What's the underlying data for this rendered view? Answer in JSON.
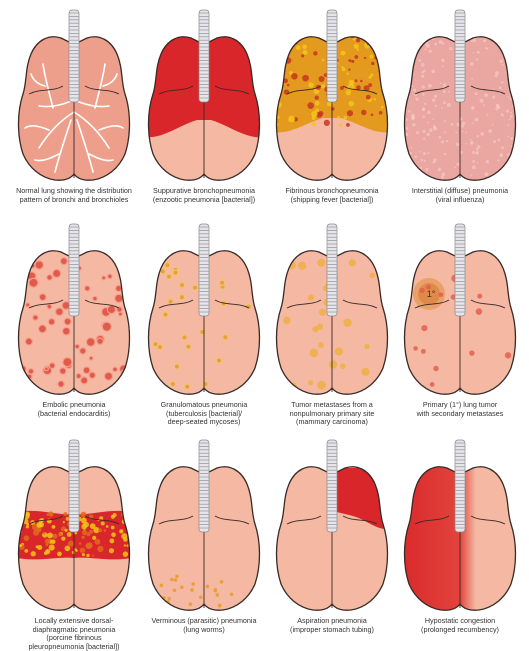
{
  "colors": {
    "tissue": "#f4b8a3",
    "tissue_dark": "#e89c84",
    "outline": "#3a2a26",
    "consolidation": "#d9262a",
    "fibrin_yellow": "#f5c518",
    "interstitial": "#eaa6a0",
    "nodule_red": "#e25a4a",
    "granuloma": "#e8a13a",
    "metastasis": "#f0b04a",
    "trachea": "#e6e6ea"
  },
  "panels": [
    {
      "id": "normal",
      "caption": "Normal lung showing the distribution\npattern of bronchi and bronchioles"
    },
    {
      "id": "suppurative",
      "caption": "Suppurative bronchopneumonia\n(enzootic pneumonia [bacterial])"
    },
    {
      "id": "fibrinous",
      "caption": "Fibrinous bronchopneumonia\n(shipping fever [bacterial])"
    },
    {
      "id": "interstitial",
      "caption": "Interstitial (diffuse) pneumonia\n(viral influenza)"
    },
    {
      "id": "embolic",
      "caption": "Embolic pneumonia\n(bacterial endocarditis)"
    },
    {
      "id": "granulomatous",
      "caption": "Granulomatous pneumonia\n(tuberculosis [bacterial]/\ndeep-seated mycoses)"
    },
    {
      "id": "metastases",
      "caption": "Tumor metastases from a\nnonpulmonary primary site\n(mammary carcinoma)"
    },
    {
      "id": "primary-tumor",
      "caption": "Primary (1°) lung tumor\nwith secondary metastases",
      "label": "1°"
    },
    {
      "id": "dorsal-diaphragmatic",
      "caption": "Locally extensive dorsal-\ndiaphragmatic pneumonia\n(porcine fibrinous\npleuropneumonia [bacterial])"
    },
    {
      "id": "verminous",
      "caption": "Verminous (parasitic) pneumonia\n(lung worms)"
    },
    {
      "id": "aspiration",
      "caption": "Aspiration pneumonia\n(improper stomach tubing)"
    },
    {
      "id": "hypostatic",
      "caption": "Hypostatic congestion\n(prolonged recumbency)"
    }
  ]
}
